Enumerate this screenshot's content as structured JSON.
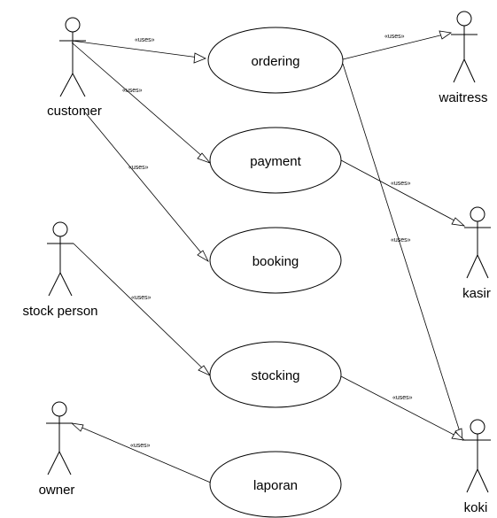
{
  "actors": {
    "customer": "customer",
    "waitress": "waitress",
    "kasir": "kasir",
    "stock_person": "stock person",
    "owner": "owner",
    "koki": "koki"
  },
  "use_cases": {
    "ordering": "ordering",
    "payment": "payment",
    "booking": "booking",
    "stocking": "stocking",
    "laporan": "laporan"
  },
  "edge_label": "«uses»"
}
